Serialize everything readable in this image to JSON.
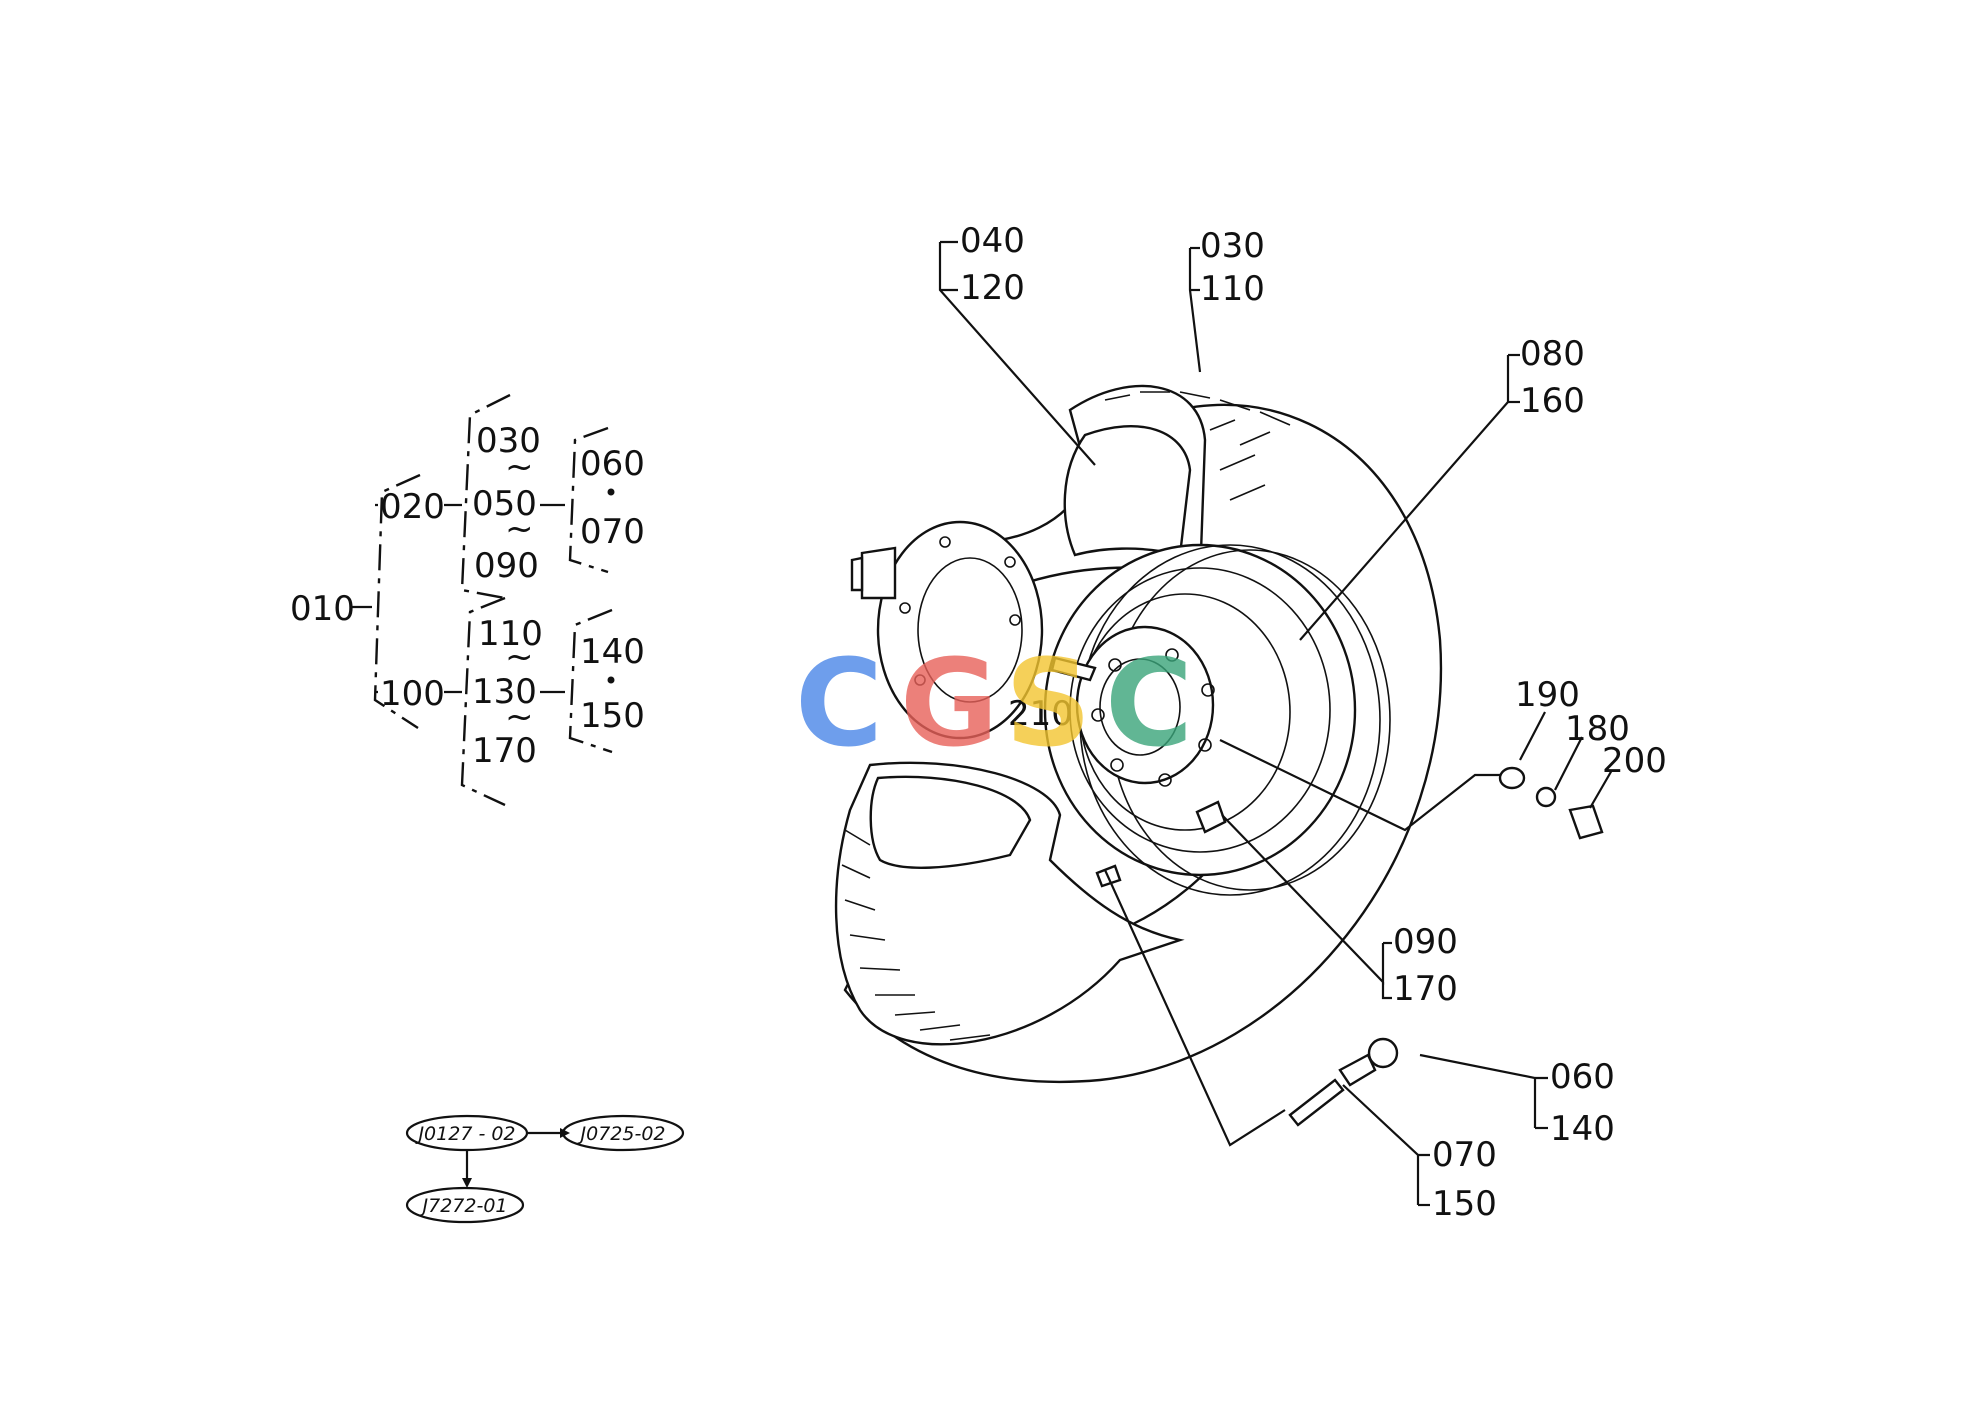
{
  "tree": {
    "root": "010",
    "branches": [
      {
        "label": "020",
        "top": "030",
        "mid": "050",
        "bottom": "090",
        "right_top": "060",
        "right_bottom": "070"
      },
      {
        "label": "100",
        "top": "110",
        "mid": "130",
        "bottom": "170",
        "right_top": "140",
        "right_bottom": "150"
      }
    ]
  },
  "references": {
    "main": "J0127 - 02",
    "next": "J0725-02",
    "child": "J7272-01"
  },
  "callouts": {
    "c040": "040",
    "c120": "120",
    "c030": "030",
    "c110": "110",
    "c080": "080",
    "c160": "160",
    "c190": "190",
    "c180": "180",
    "c200": "200",
    "c210": "210",
    "c090": "090",
    "c170": "170",
    "c060": "060",
    "c140": "140",
    "c070": "070",
    "c150": "150"
  },
  "watermark": {
    "letters": [
      "C",
      "G",
      "S",
      "C"
    ],
    "colors": [
      "#4a86e8",
      "#e8615a",
      "#f3c530",
      "#3aa57a"
    ]
  }
}
